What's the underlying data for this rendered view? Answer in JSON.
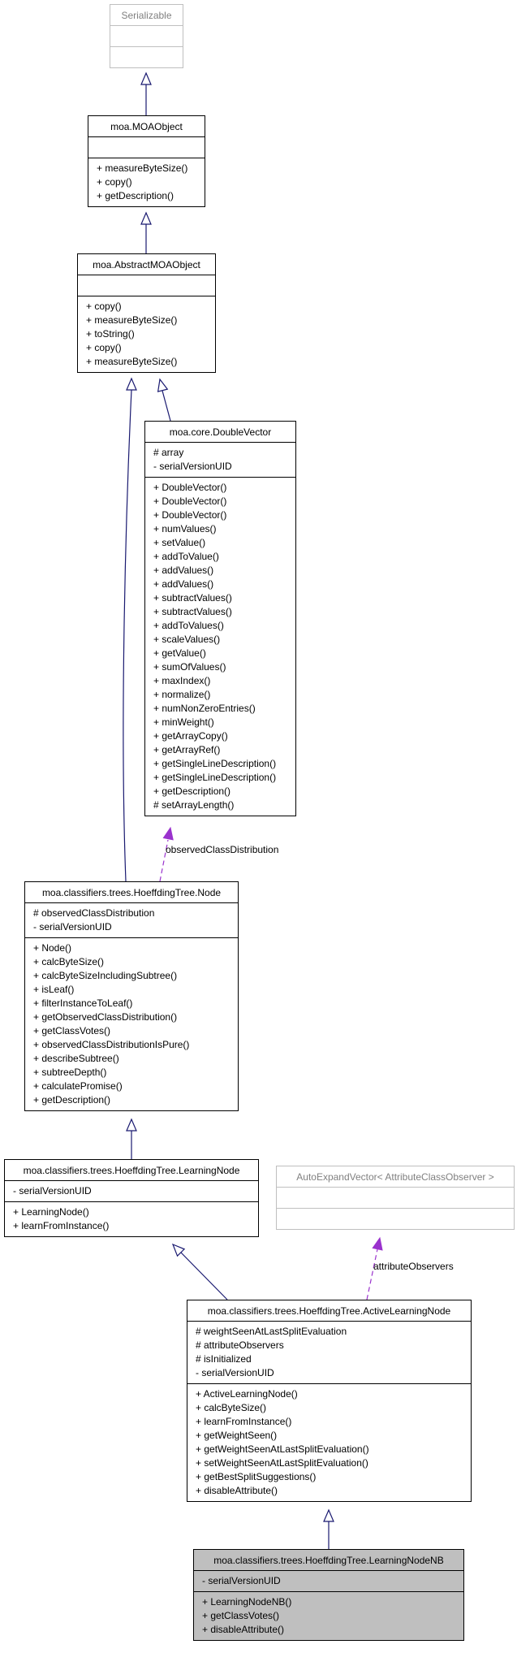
{
  "classes": [
    {
      "id": "serializable",
      "title": "Serializable",
      "style": "grey",
      "attributes": [],
      "operations": []
    },
    {
      "id": "moaobject",
      "title": "moa.MOAObject",
      "style": "normal",
      "attributes": [],
      "operations": [
        "+ measureByteSize()",
        "+ copy()",
        "+ getDescription()"
      ]
    },
    {
      "id": "abstractmoaobject",
      "title": "moa.AbstractMOAObject",
      "style": "normal",
      "attributes": [],
      "operations": [
        "+ copy()",
        "+ measureByteSize()",
        "+ toString()",
        "+ copy()",
        "+ measureByteSize()"
      ]
    },
    {
      "id": "doublevector",
      "title": "moa.core.DoubleVector",
      "style": "normal",
      "attributes": [
        "# array",
        "- serialVersionUID"
      ],
      "operations": [
        "+ DoubleVector()",
        "+ DoubleVector()",
        "+ DoubleVector()",
        "+ numValues()",
        "+ setValue()",
        "+ addToValue()",
        "+ addValues()",
        "+ addValues()",
        "+ subtractValues()",
        "+ subtractValues()",
        "+ addToValues()",
        "+ scaleValues()",
        "+ getValue()",
        "+ sumOfValues()",
        "+ maxIndex()",
        "+ normalize()",
        "+ numNonZeroEntries()",
        "+ minWeight()",
        "+ getArrayCopy()",
        "+ getArrayRef()",
        "+ getSingleLineDescription()",
        "+ getSingleLineDescription()",
        "+ getDescription()",
        "# setArrayLength()"
      ]
    },
    {
      "id": "node",
      "title": "moa.classifiers.trees.HoeffdingTree.Node",
      "style": "normal",
      "attributes": [
        "# observedClassDistribution",
        "- serialVersionUID"
      ],
      "operations": [
        "+ Node()",
        "+ calcByteSize()",
        "+ calcByteSizeIncludingSubtree()",
        "+ isLeaf()",
        "+ filterInstanceToLeaf()",
        "+ getObservedClassDistribution()",
        "+ getClassVotes()",
        "+ observedClassDistributionIsPure()",
        "+ describeSubtree()",
        "+ subtreeDepth()",
        "+ calculatePromise()",
        "+ getDescription()"
      ]
    },
    {
      "id": "learningnode",
      "title": "moa.classifiers.trees.HoeffdingTree.LearningNode",
      "style": "normal",
      "attributes": [
        "- serialVersionUID"
      ],
      "operations": [
        "+ LearningNode()",
        "+ learnFromInstance()"
      ]
    },
    {
      "id": "autoexpandvector",
      "title": "AutoExpandVector< AttributeClassObserver >",
      "style": "grey",
      "attributes": [],
      "operations": []
    },
    {
      "id": "activelearningnode",
      "title": "moa.classifiers.trees.HoeffdingTree.ActiveLearningNode",
      "style": "normal",
      "attributes": [
        "# weightSeenAtLastSplitEvaluation",
        "# attributeObservers",
        "# isInitialized",
        "- serialVersionUID"
      ],
      "operations": [
        "+ ActiveLearningNode()",
        "+ calcByteSize()",
        "+ learnFromInstance()",
        "+ getWeightSeen()",
        "+ getWeightSeenAtLastSplitEvaluation()",
        "+ setWeightSeenAtLastSplitEvaluation()",
        "+ getBestSplitSuggestions()",
        "+ disableAttribute()"
      ]
    },
    {
      "id": "learningnodenb",
      "title": "moa.classifiers.trees.HoeffdingTree.LearningNodeNB",
      "style": "highlight",
      "attributes": [
        "- serialVersionUID"
      ],
      "operations": [
        "+ LearningNodeNB()",
        "+ getClassVotes()",
        "+ disableAttribute()"
      ]
    }
  ],
  "edge_labels": {
    "observed_class_distribution": "observedClassDistribution",
    "attribute_observers": "attributeObservers"
  },
  "colors": {
    "inheritance": "#191970",
    "association": "#9a32cd",
    "highlight_fill": "#bfbfbf",
    "grey_border": "#bfbfbf"
  }
}
